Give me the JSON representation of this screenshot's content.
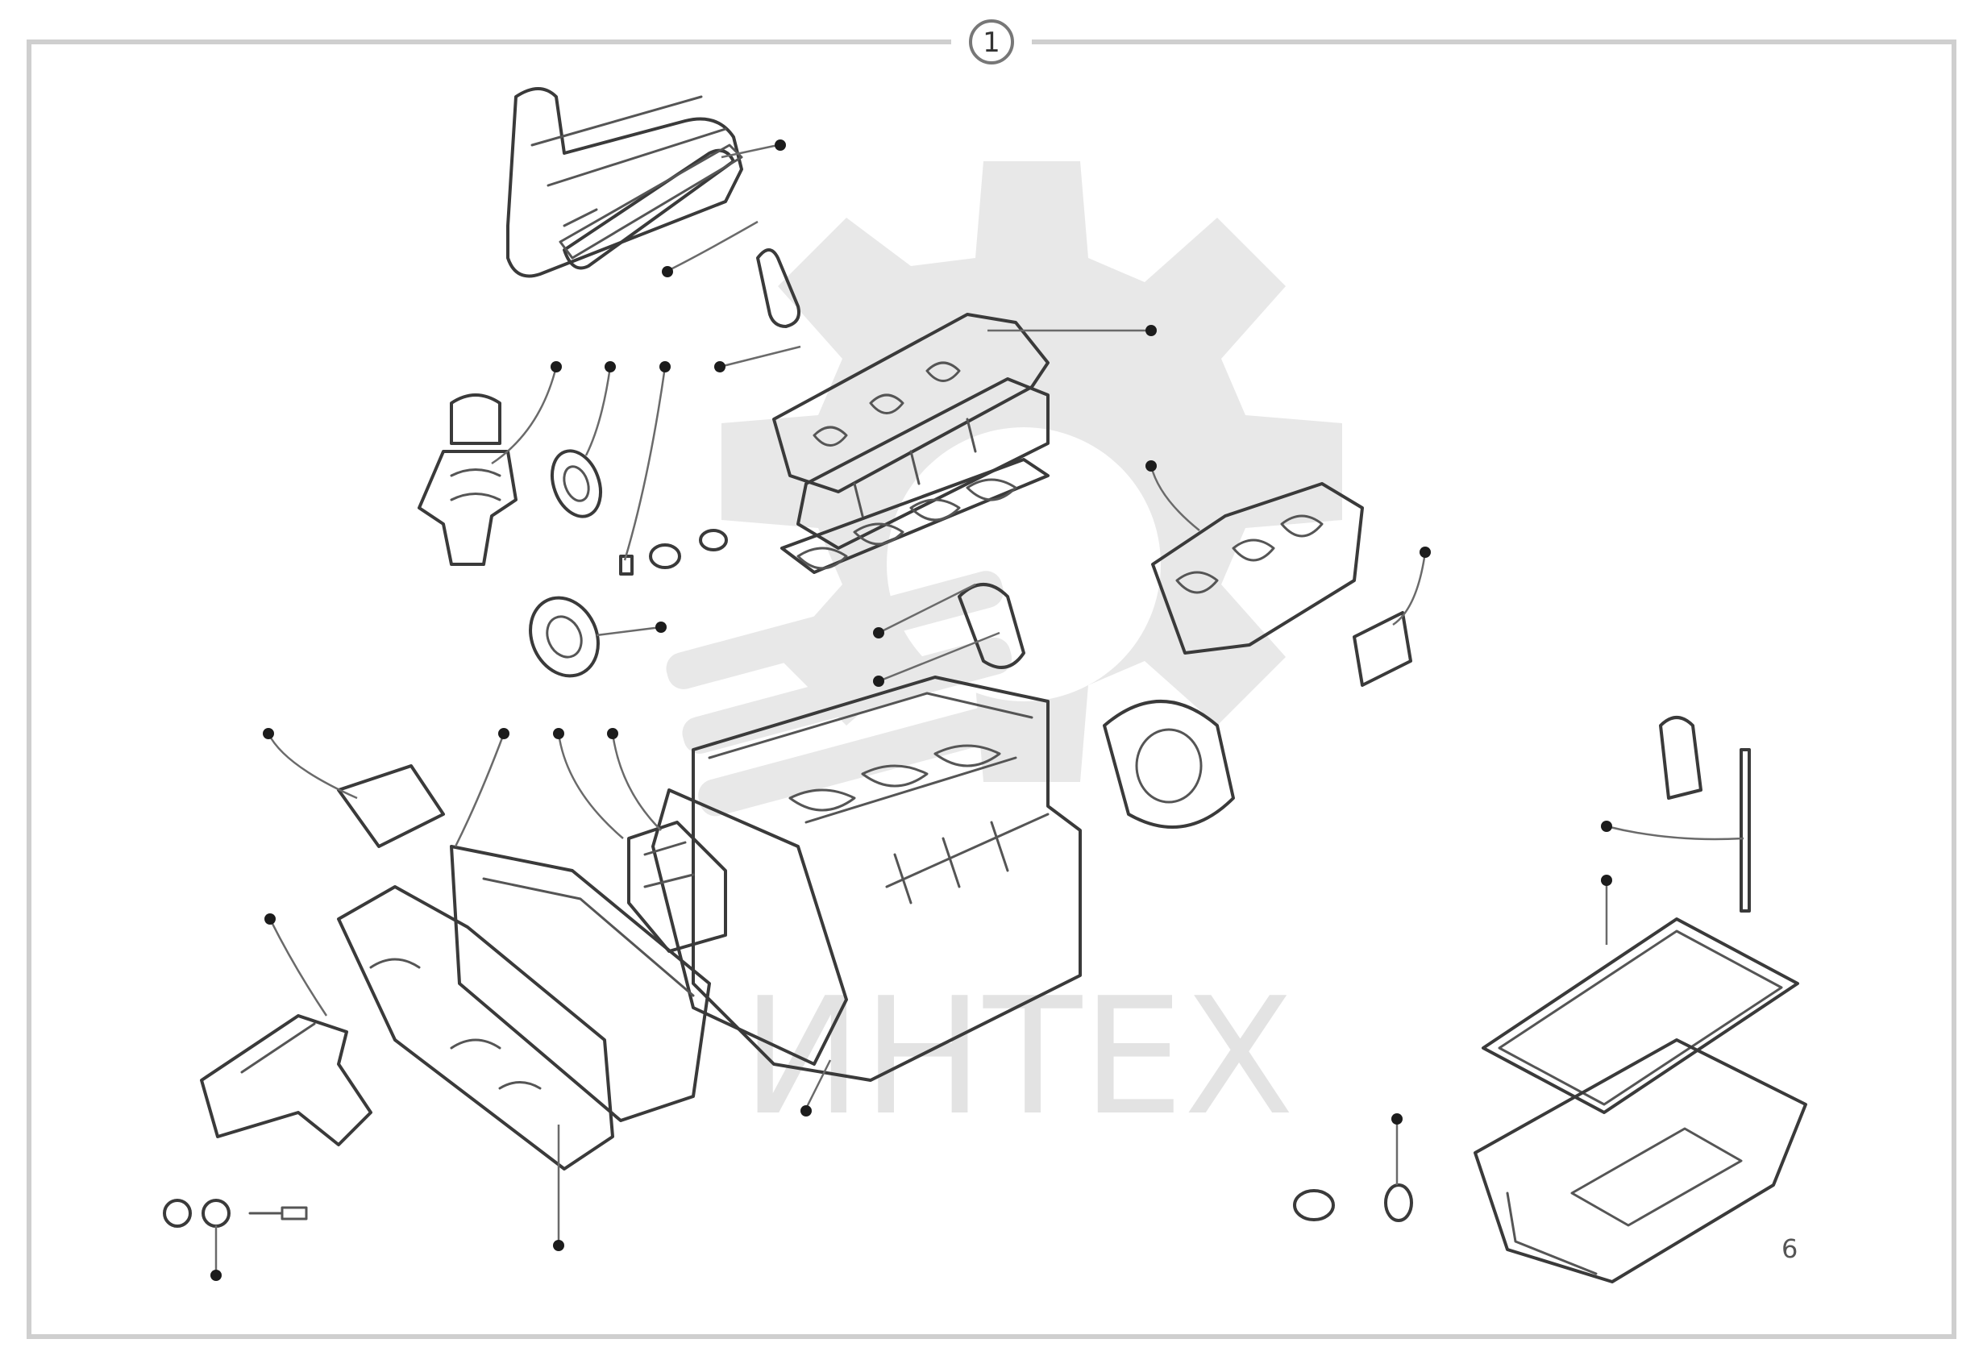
{
  "figure": {
    "callout_number": "1",
    "corner_label": "6",
    "watermark_text": "ИНТЕХ"
  },
  "colors": {
    "frame": "#cfcfcf",
    "line_art": "#3a3a3a",
    "dot": "#1c1c1c",
    "watermark": "#e6e6e6"
  },
  "icons": [
    "gear-watermark-icon",
    "callout-dot-icon"
  ]
}
